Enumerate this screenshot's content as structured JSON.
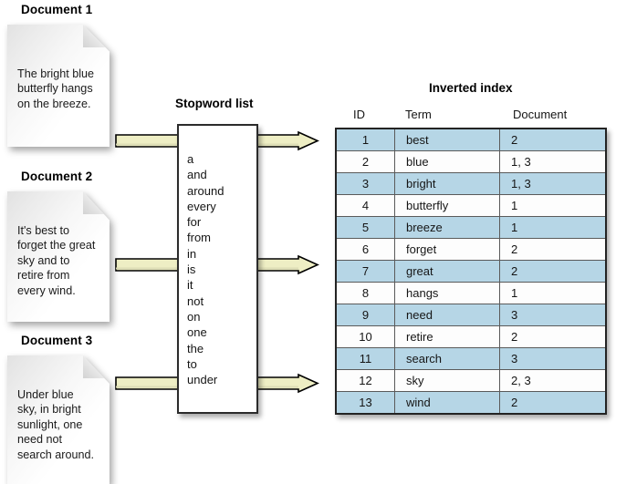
{
  "documents": [
    {
      "title": "Document 1",
      "text": "The bright blue\nbutterfly hangs\non the breeze."
    },
    {
      "title": "Document 2",
      "text": "It's best to\nforget the great\nsky and to\nretire from\nevery wind."
    },
    {
      "title": "Document 3",
      "text": "Under blue\nsky, in bright\nsunlight, one\nneed not\nsearch around."
    }
  ],
  "stopword_list": {
    "title": "Stopword list",
    "words": [
      "a",
      "and",
      "around",
      "every",
      "for",
      "from",
      "in",
      "is",
      "it",
      "not",
      "on",
      "one",
      "the",
      "to",
      "under"
    ]
  },
  "inverted_index": {
    "title": "Inverted index",
    "columns": [
      "ID",
      "Term",
      "Document"
    ],
    "rows": [
      {
        "id": "1",
        "term": "best",
        "document": "2"
      },
      {
        "id": "2",
        "term": "blue",
        "document": "1, 3"
      },
      {
        "id": "3",
        "term": "bright",
        "document": "1, 3"
      },
      {
        "id": "4",
        "term": "butterfly",
        "document": "1"
      },
      {
        "id": "5",
        "term": "breeze",
        "document": "1"
      },
      {
        "id": "6",
        "term": "forget",
        "document": "2"
      },
      {
        "id": "7",
        "term": "great",
        "document": "2"
      },
      {
        "id": "8",
        "term": "hangs",
        "document": "1"
      },
      {
        "id": "9",
        "term": "need",
        "document": "3"
      },
      {
        "id": "10",
        "term": "retire",
        "document": "2"
      },
      {
        "id": "11",
        "term": "search",
        "document": "3"
      },
      {
        "id": "12",
        "term": "sky",
        "document": "2, 3"
      },
      {
        "id": "13",
        "term": "wind",
        "document": "2"
      }
    ]
  },
  "colors": {
    "row_highlight": "#b6d6e6",
    "arrow_fill": "#eeeec4",
    "arrow_outline": "#000000",
    "table_border": "#232323"
  }
}
